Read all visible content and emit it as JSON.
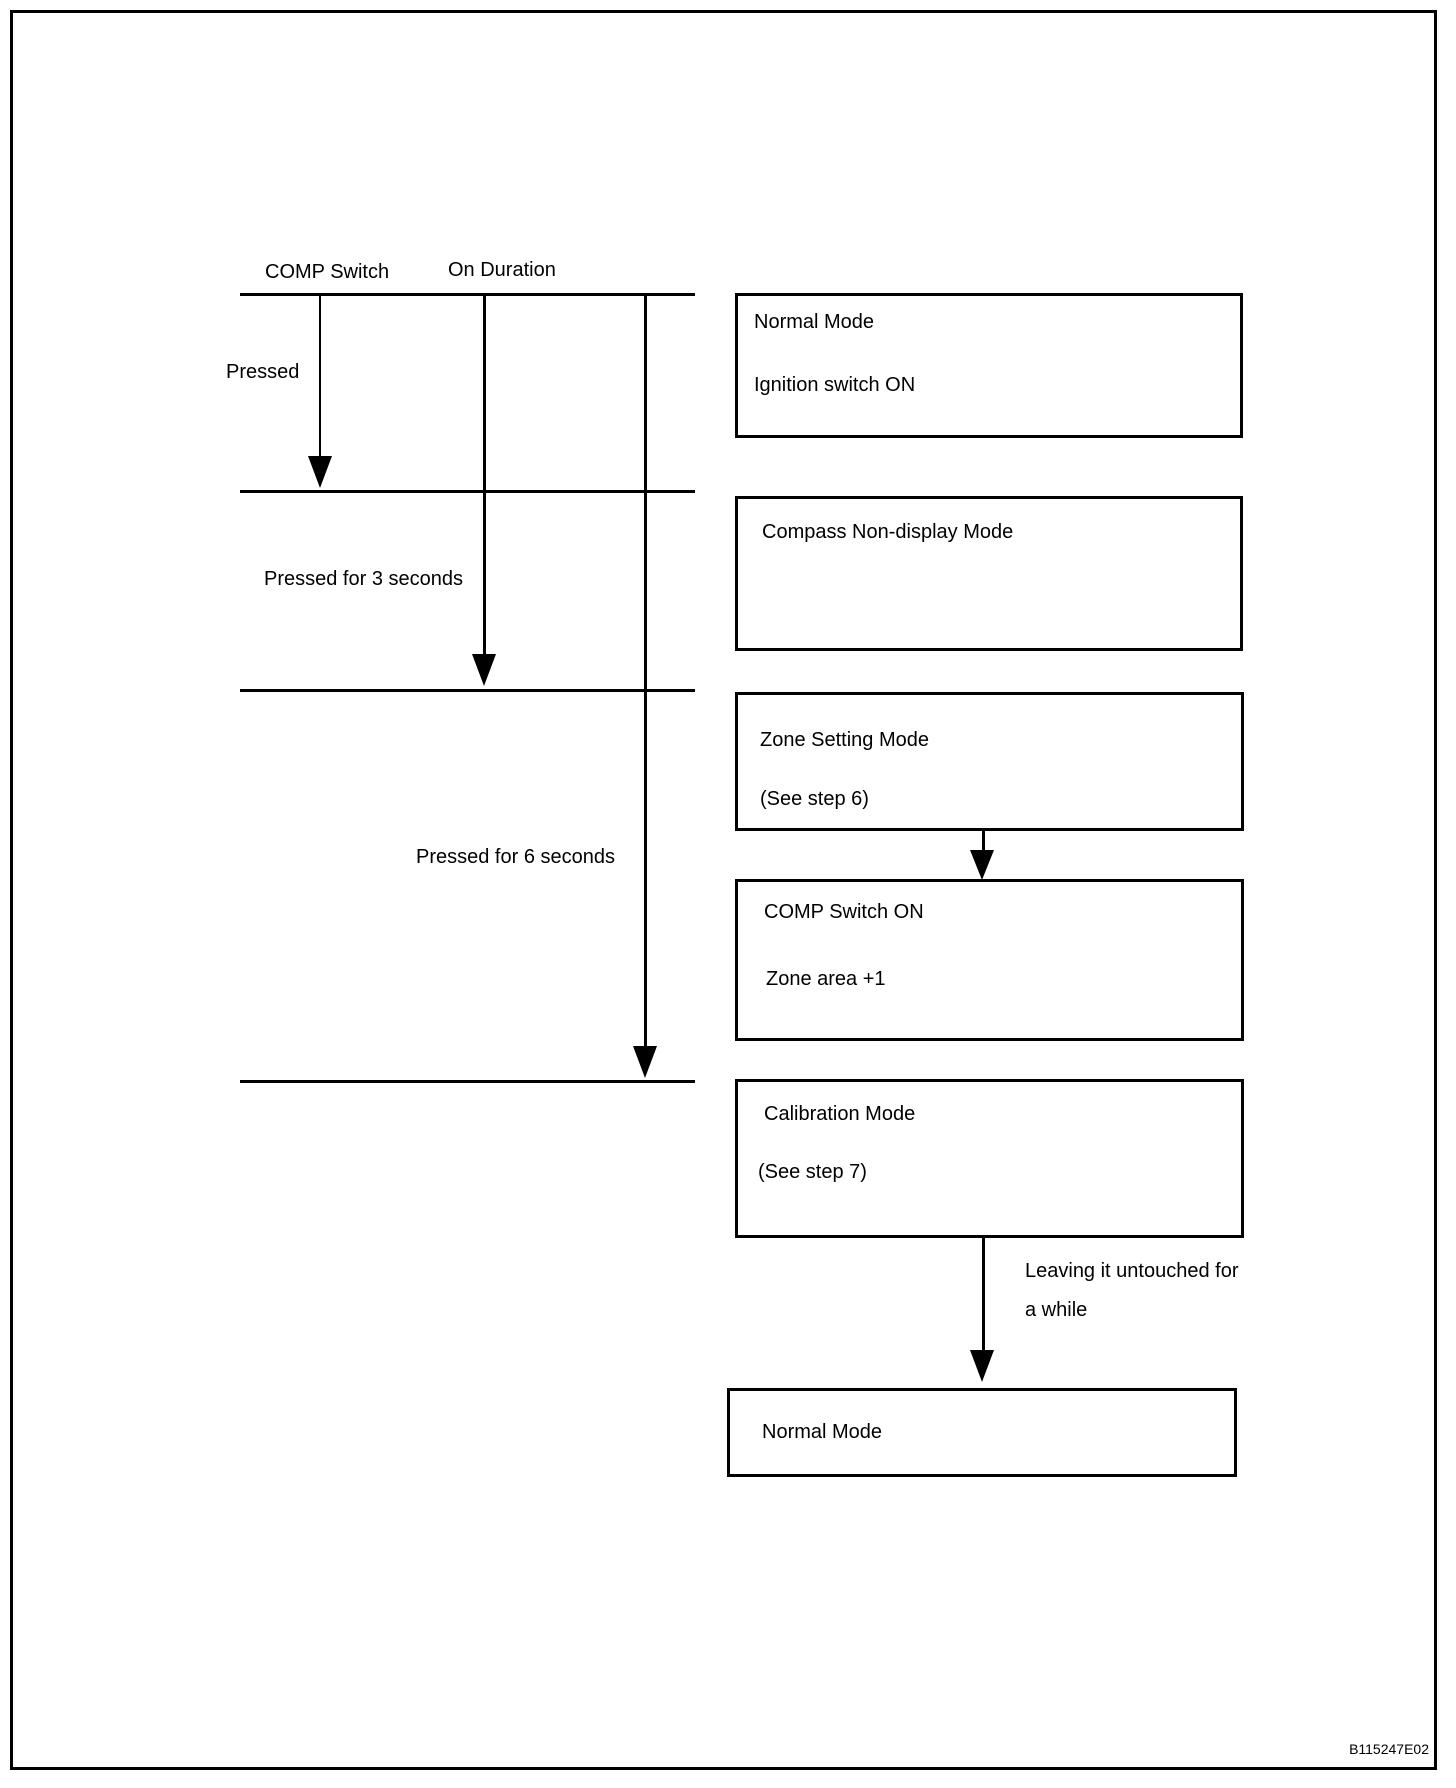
{
  "colors": {
    "ink": "#000000",
    "paper": "#ffffff"
  },
  "figure": {
    "code": "B115247E02"
  },
  "timeline": {
    "column_headers": {
      "comp_switch": "COMP Switch",
      "on_duration": "On Duration"
    },
    "press_labels": {
      "pressed": "Pressed",
      "pressed_3s": "Pressed for 3 seconds",
      "pressed_6s": "Pressed for 6 seconds"
    }
  },
  "modes": {
    "normal": {
      "line1": "Normal Mode",
      "line2": "Ignition switch ON"
    },
    "compass_non_display": {
      "line1": "Compass Non-display Mode"
    },
    "zone_setting": {
      "line1": "Zone Setting Mode",
      "line2": "(See step 6)"
    },
    "comp_switch_on": {
      "line1": "COMP Switch ON",
      "line2": "Zone area +1"
    },
    "calibration": {
      "line1": "Calibration Mode",
      "line2": "(See step 7)"
    },
    "normal_end": {
      "line1": "Normal Mode"
    }
  },
  "annotations": {
    "leaving_untouched_line1": "Leaving it untouched for",
    "leaving_untouched_line2": "a while"
  }
}
